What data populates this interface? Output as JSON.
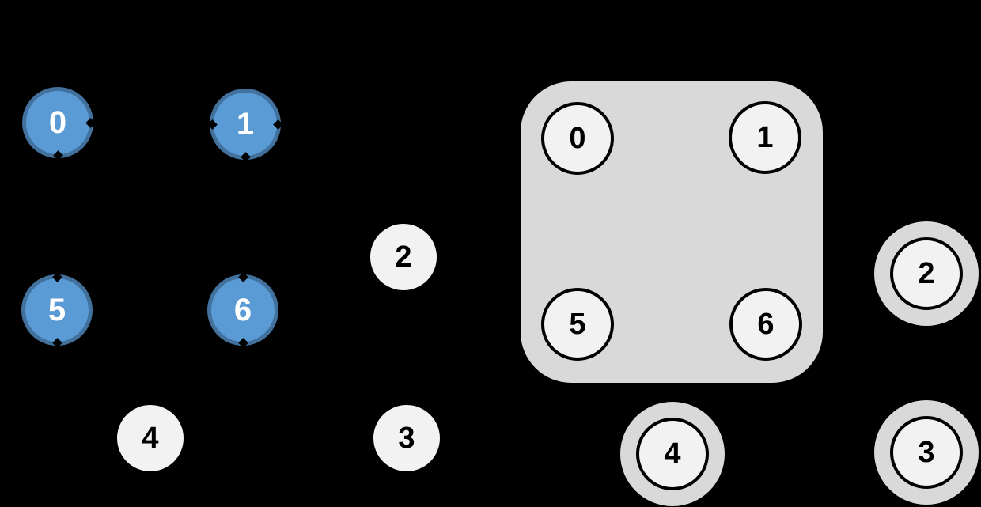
{
  "colors": {
    "background": "#000000",
    "selected_node_fill": "#5B9BD5",
    "selected_node_border": "#41719C",
    "plain_node_fill": "#F2F2F2",
    "cluster_gray": "#D9D9D9",
    "ring_black": "#000000"
  },
  "left_graph": {
    "description": "graph drawing with four blue highlighted nodes and three plain nodes",
    "blue_nodes": [
      {
        "label": "0"
      },
      {
        "label": "1"
      },
      {
        "label": "5"
      },
      {
        "label": "6"
      }
    ],
    "plain_nodes": [
      {
        "label": "2"
      },
      {
        "label": "4"
      },
      {
        "label": "3"
      }
    ]
  },
  "right_graph": {
    "description": "same graph with nodes 0,1,5,6 grouped inside a gray rounded cluster and nodes 2,4,3 shown with gray halos",
    "cluster_nodes": [
      {
        "label": "0"
      },
      {
        "label": "1"
      },
      {
        "label": "5"
      },
      {
        "label": "6"
      }
    ],
    "halo_nodes": [
      {
        "label": "2"
      },
      {
        "label": "4"
      },
      {
        "label": "3"
      }
    ]
  }
}
